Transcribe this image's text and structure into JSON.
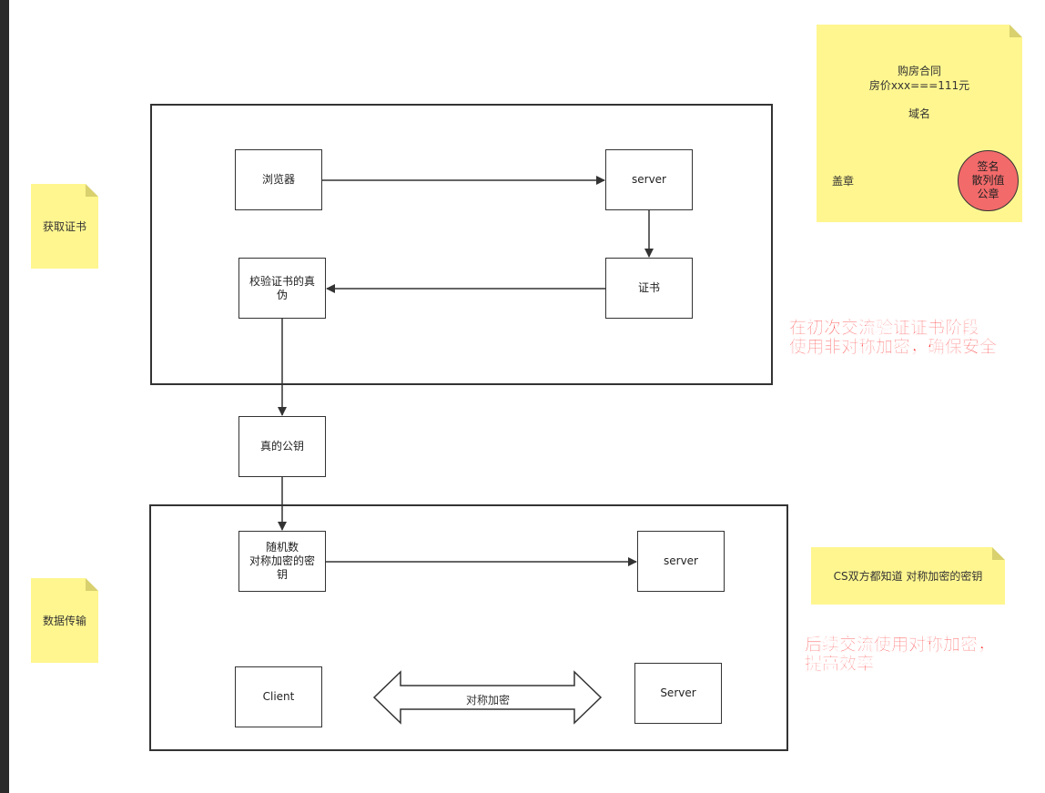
{
  "notes": {
    "get_cert": "获取证书",
    "data_transfer": "数据传输",
    "cs_both_know": "CS双方都知道 对称加密的密钥"
  },
  "contract": {
    "title": "购房合同",
    "price": "房价xxx===111元",
    "domain": "域名",
    "stamp": "盖章",
    "seal_lines": [
      "签名",
      "散列值",
      "公章"
    ]
  },
  "phase1": {
    "browser": "浏览器",
    "server": "server",
    "certificate": "证书",
    "verify": "校验证书的真\n伪"
  },
  "middle": {
    "real_pubkey": "真的公钥"
  },
  "phase2": {
    "random_key": "随机数\n对称加密的密\n钥",
    "server": "server",
    "client": "Client",
    "server2": "Server",
    "symmetric": "对称加密"
  },
  "annotations": {
    "phase1_line1": "在初次交流验证证书阶段",
    "phase1_line2": "使用非对称加密，确保安全",
    "phase2_line1": "后续交流使用对称加密，",
    "phase2_line2": "提高效率"
  },
  "colors": {
    "note_yellow": "#fff68f",
    "seal_red": "#f26a6a",
    "annotation_red": "#ff1a1a"
  }
}
